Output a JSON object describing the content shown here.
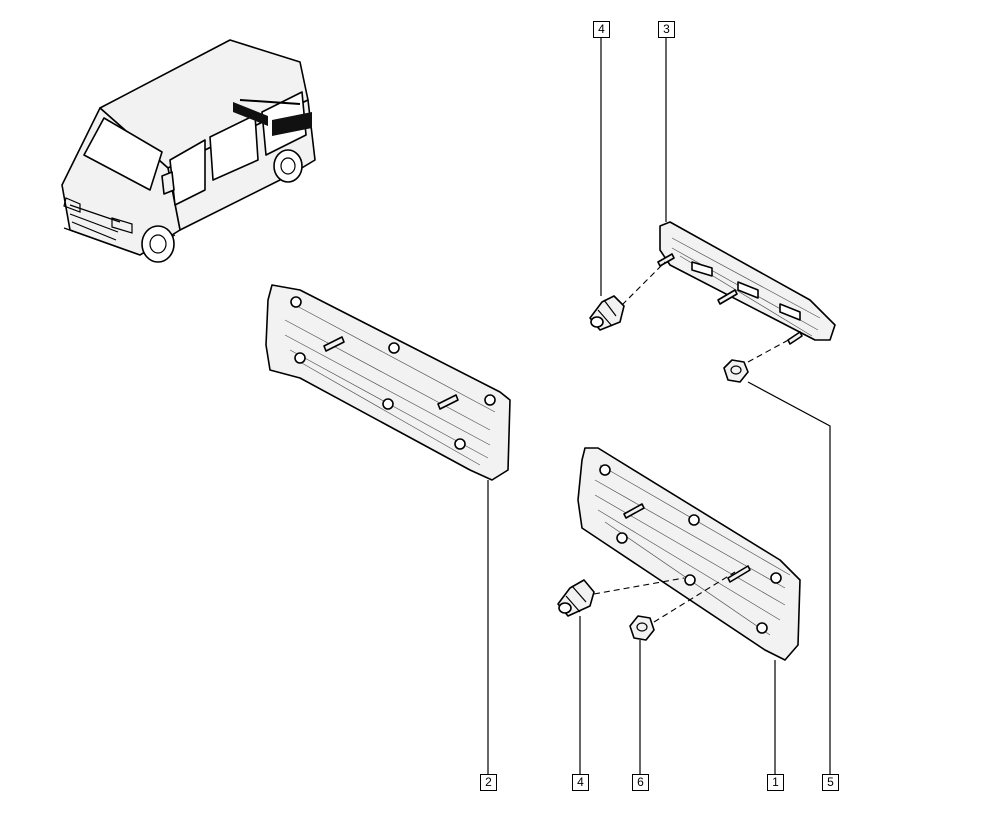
{
  "callouts": {
    "c1": "1",
    "c2": "2",
    "c3": "3",
    "c4_top": "4",
    "c4_bottom": "4",
    "c5": "5",
    "c6": "6"
  },
  "colors": {
    "line": "#000000",
    "part_fill": "#f2f2f2",
    "background": "#ffffff"
  }
}
